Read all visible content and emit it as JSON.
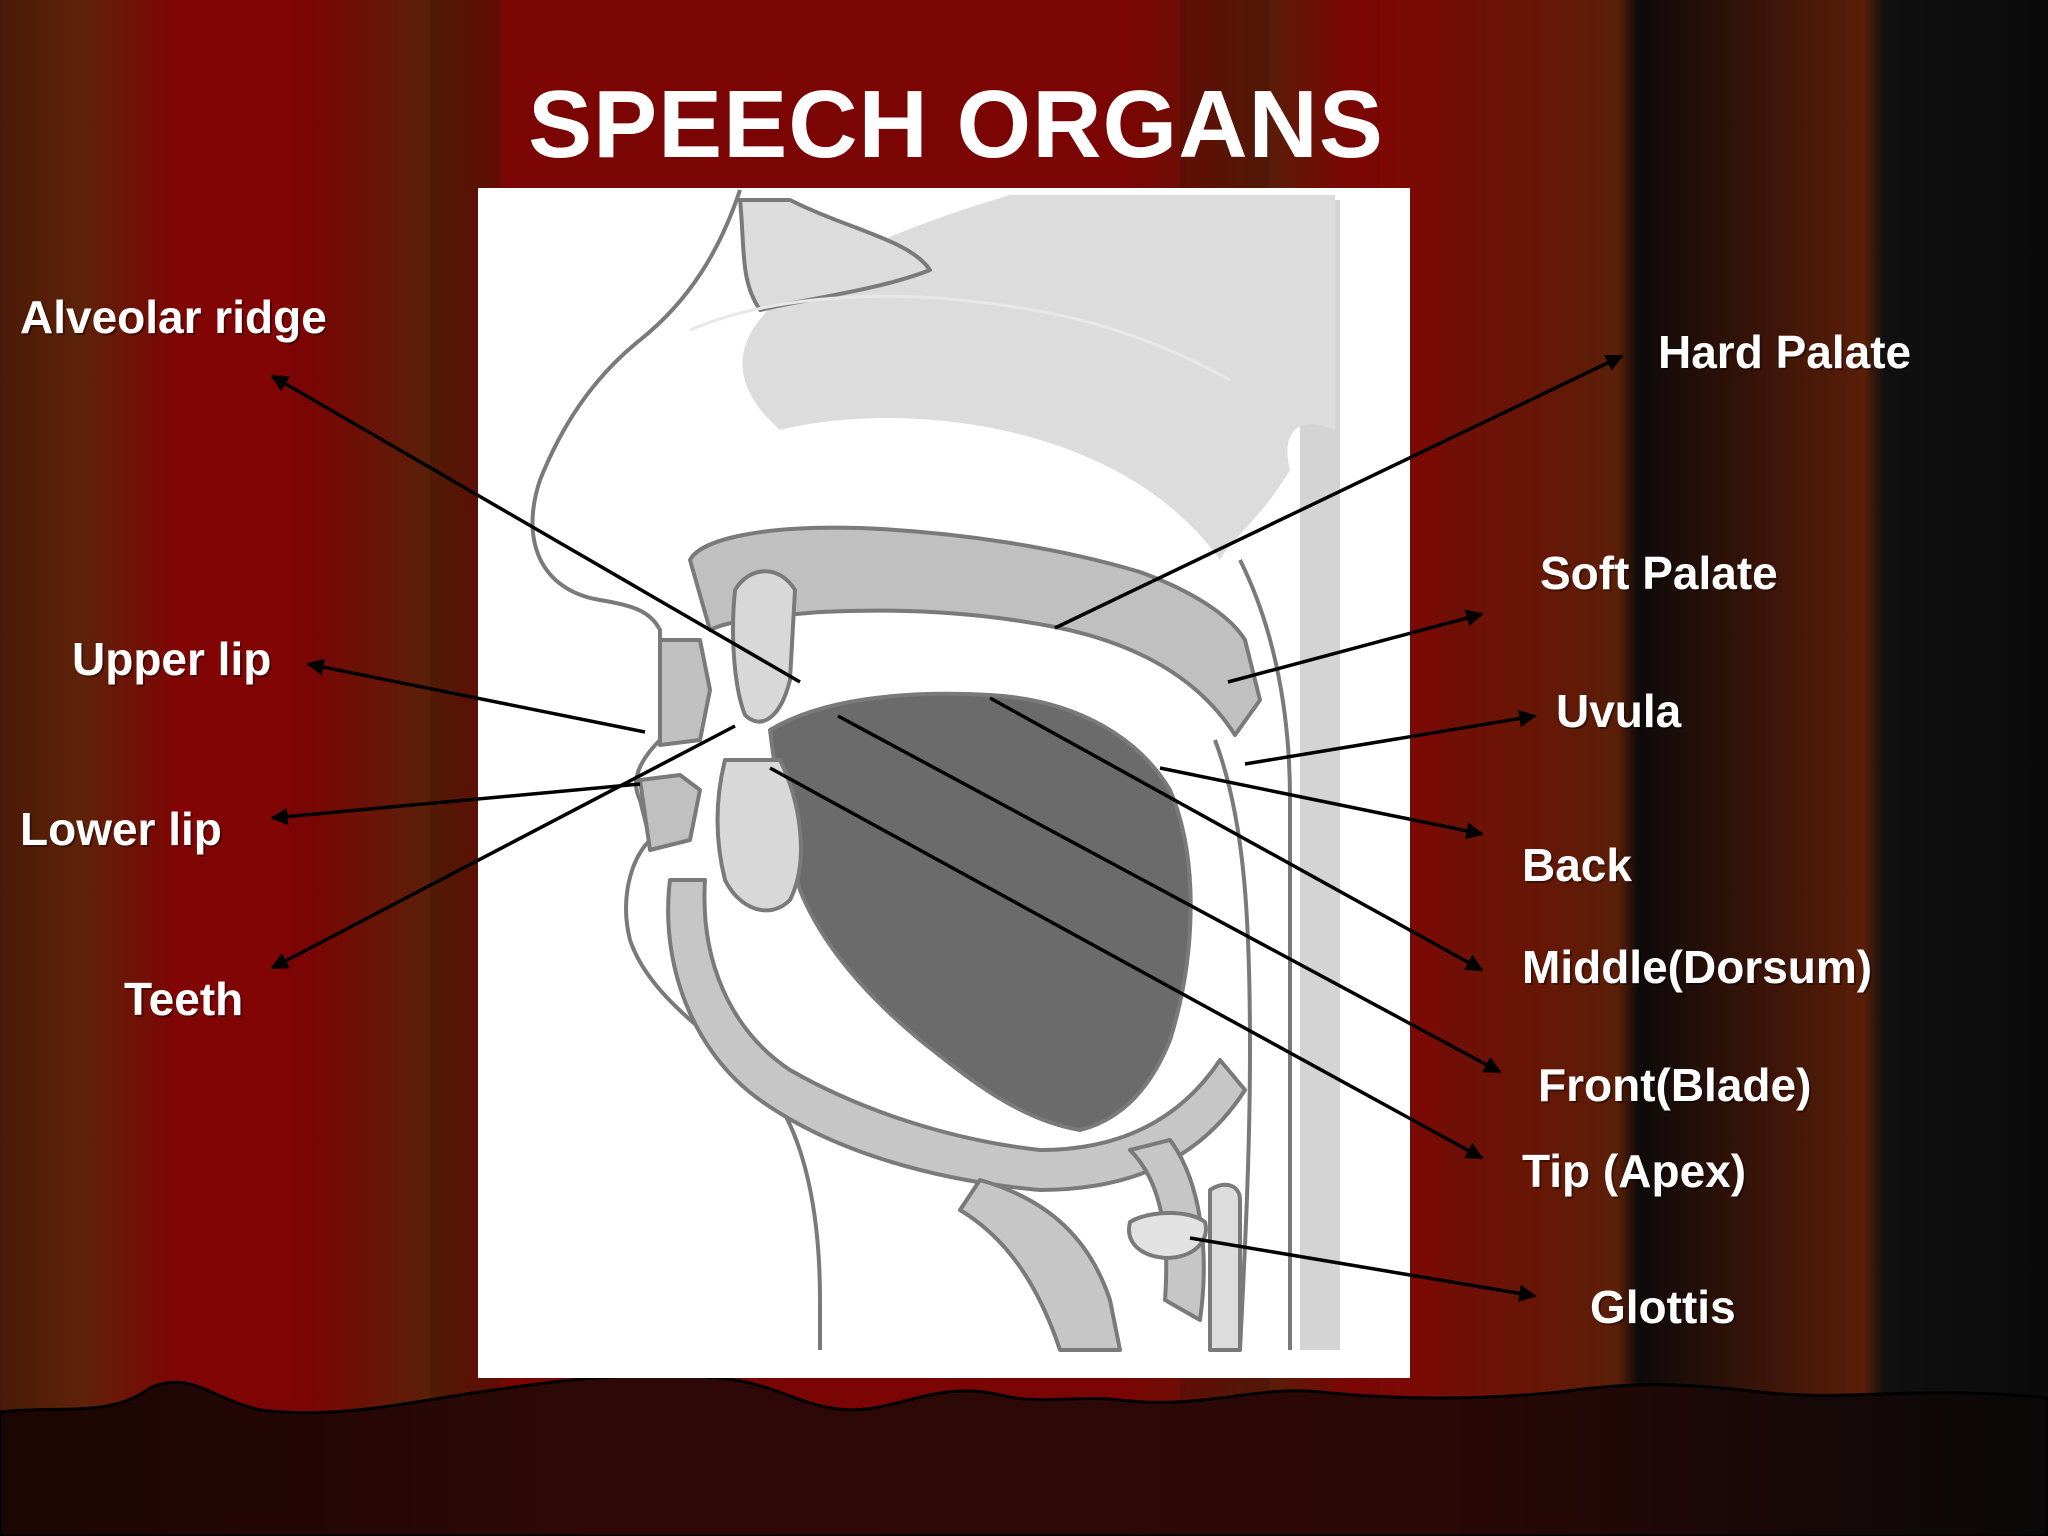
{
  "slide": {
    "title": "SPEECH ORGANS"
  },
  "labels": {
    "alveolar_ridge": "Alveolar ridge",
    "hard_palate": "Hard Palate",
    "soft_palate": "Soft Palate",
    "uvula": "Uvula",
    "upper_lip": "Upper lip",
    "lower_lip": "Lower lip",
    "teeth": "Teeth",
    "back": "Back",
    "middle": "Middle(Dorsum)",
    "front": "Front(Blade)",
    "tip": "Tip (Apex)",
    "glottis": "Glottis"
  },
  "colors": {
    "curtain_red": "#7a0504",
    "curtain_brown": "#5a2008",
    "curtain_dark": "#0c0a0a",
    "diagram_bg": "#ffffff",
    "tongue": "#6b6b6b",
    "tissue": "#bdbdbd",
    "cavity": "#dcdcdc",
    "text": "#ffffff"
  }
}
